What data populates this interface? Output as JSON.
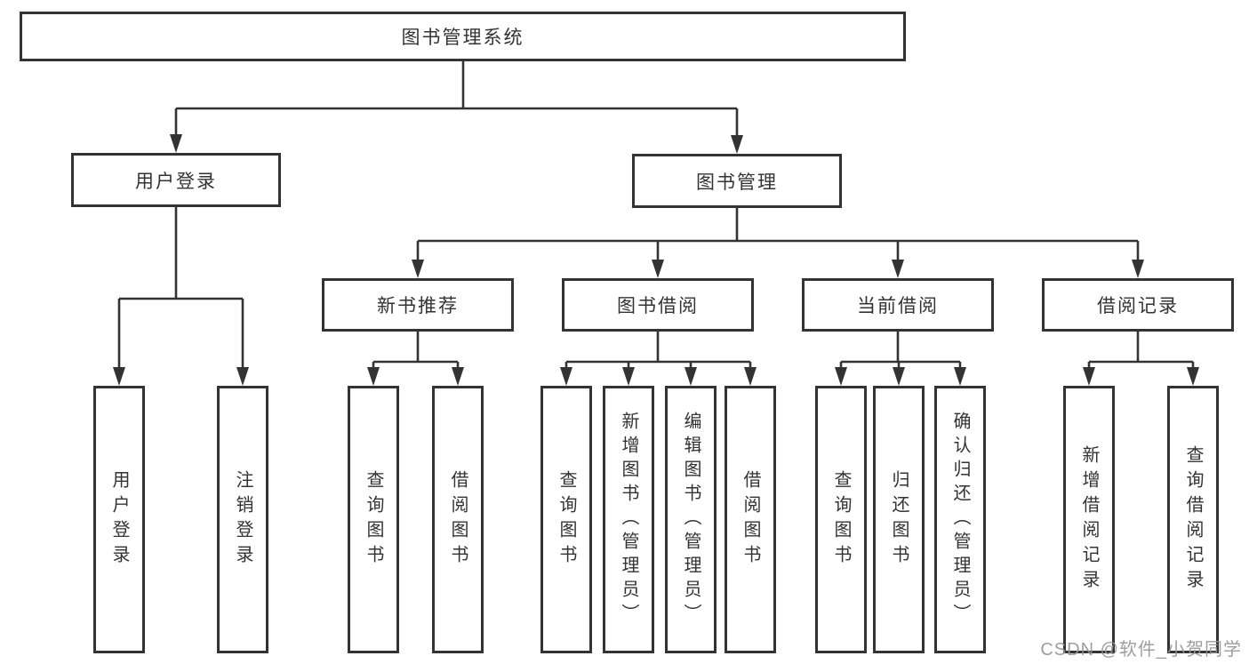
{
  "diagram": {
    "title": "图书管理系统",
    "root": {
      "label": "图书管理系统"
    },
    "level2": [
      {
        "label": "用户登录"
      },
      {
        "label": "图书管理"
      }
    ],
    "level3": [
      {
        "label": "新书推荐",
        "parent": "图书管理"
      },
      {
        "label": "图书借阅",
        "parent": "图书管理"
      },
      {
        "label": "当前借阅",
        "parent": "图书管理"
      },
      {
        "label": "借阅记录",
        "parent": "图书管理"
      }
    ],
    "leaves": [
      {
        "label": "用户登录",
        "parent": "用户登录"
      },
      {
        "label": "注销登录",
        "parent": "用户登录"
      },
      {
        "label": "查询图书",
        "parent": "新书推荐"
      },
      {
        "label": "借阅图书",
        "parent": "新书推荐"
      },
      {
        "label": "查询图书",
        "parent": "图书借阅"
      },
      {
        "label": "新增图书（管理员）",
        "parent": "图书借阅"
      },
      {
        "label": "编辑图书（管理员）",
        "parent": "图书借阅"
      },
      {
        "label": "借阅图书",
        "parent": "图书借阅"
      },
      {
        "label": "查询图书",
        "parent": "当前借阅"
      },
      {
        "label": "归还图书",
        "parent": "当前借阅"
      },
      {
        "label": "确认归还（管理员）",
        "parent": "当前借阅"
      },
      {
        "label": "新增借阅记录",
        "parent": "借阅记录"
      },
      {
        "label": "查询借阅记录",
        "parent": "借阅记录"
      }
    ],
    "watermark": "CSDN @软件_小贺同学",
    "colors": {
      "line": "#333333",
      "box_border": "#333333",
      "box_fill": "#ffffff",
      "text": "#333333",
      "watermark": "#949494",
      "background": "#ffffff"
    }
  }
}
